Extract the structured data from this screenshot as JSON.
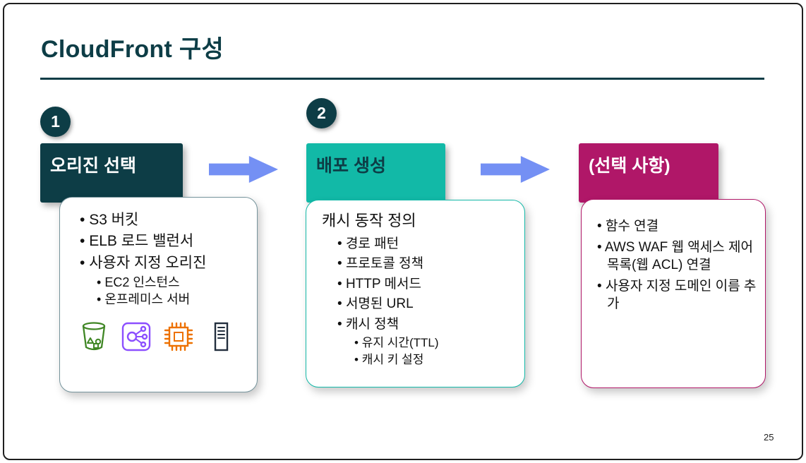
{
  "slide": {
    "title": "CloudFront 구성",
    "page_number": "25"
  },
  "colors": {
    "dark_teal": "#0d3d46",
    "teal": "#12b9a7",
    "magenta": "#b01768",
    "arrow_blue": "#7490f4",
    "s3_green": "#3f8624",
    "elb_purple": "#8c4fff",
    "ec2_orange": "#ed7100",
    "server_navy": "#232f3e"
  },
  "steps": [
    {
      "badge": "1",
      "header": "오리진 선택",
      "items": [
        "S3 버킷",
        "ELB 로드 밸런서",
        "사용자 지정 오리진"
      ],
      "sub_items": [
        "EC2 인스턴스",
        "온프레미스 서버"
      ],
      "icons": [
        "s3-bucket-icon",
        "elb-icon",
        "ec2-icon",
        "server-icon"
      ]
    },
    {
      "badge": "2",
      "header": "배포 생성",
      "heading": "캐시 동작 정의",
      "items": [
        "경로 패턴",
        "프로토콜 정책",
        "HTTP 메서드",
        "서명된 URL",
        "캐시 정책"
      ],
      "sub_items": [
        "유지 시간(TTL)",
        "캐시 키 설정"
      ]
    },
    {
      "header": "(선택 사항)",
      "items": [
        "함수 연결",
        "AWS WAF 웹 액세스 제어 목록(웹 ACL) 연결",
        "사용자 지정 도메인 이름 추가"
      ]
    }
  ]
}
